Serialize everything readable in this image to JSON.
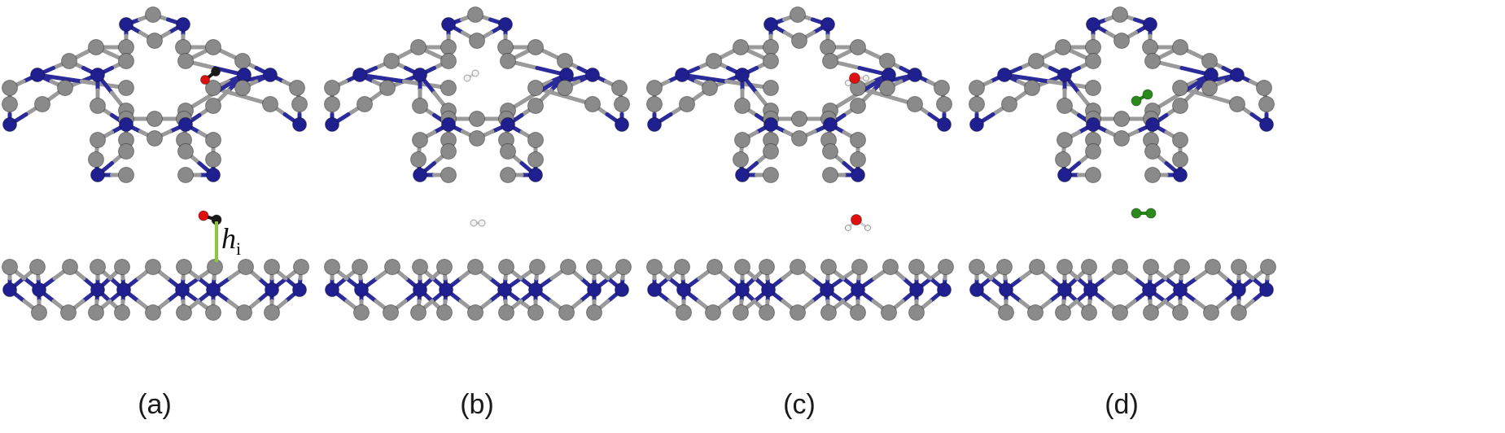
{
  "figure": {
    "panels": [
      {
        "label": "(a)",
        "adsorbate": "CO",
        "atoms": [
          "C",
          "O"
        ]
      },
      {
        "label": "(b)",
        "adsorbate": "H2",
        "atoms": [
          "H",
          "H"
        ]
      },
      {
        "label": "(c)",
        "adsorbate": "H2O",
        "atoms": [
          "O",
          "H",
          "H"
        ]
      },
      {
        "label": "(d)",
        "adsorbate": "Cl2",
        "atoms": [
          "Cl",
          "Cl"
        ]
      }
    ],
    "height_marker": {
      "symbol": "h",
      "subscript": "i"
    },
    "colors": {
      "substrate_gray": "#8a8a8a",
      "substrate_blue": "#1f1f8f",
      "bond_blue": "#2a2a9a",
      "bond_gray": "#9a9a9a",
      "carbon": "#1a1a1a",
      "oxygen": "#e01010",
      "hydrogen": "#f2f2f2",
      "chlorine": "#2a8a1a",
      "height_line": "#8cc63f"
    }
  }
}
